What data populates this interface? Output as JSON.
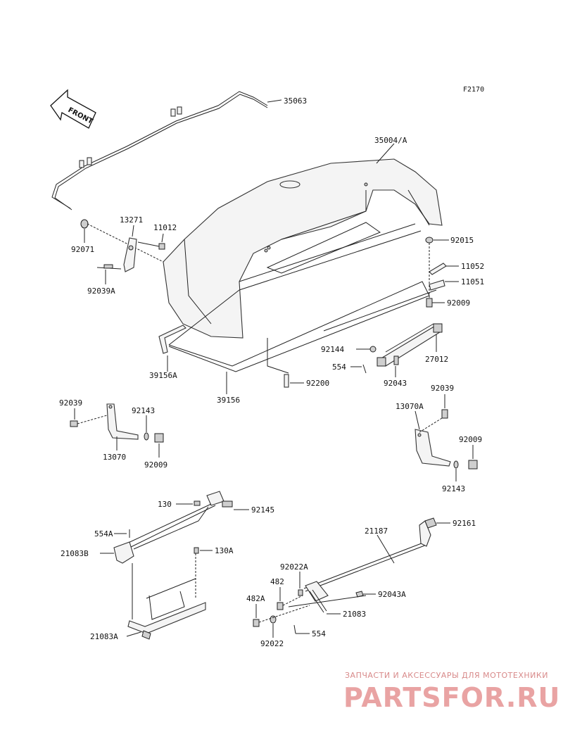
{
  "figure_id": "F2170",
  "front_label": "FRONT",
  "watermark": {
    "line1": "ЗАПЧАСТИ И АКСЕССУАРЫ ДЛЯ МОТОТЕХНИКИ",
    "line2": "PARTSFOR.RU"
  },
  "labels": {
    "p35063": "35063",
    "p35004A": "35004/A",
    "p92071": "92071",
    "p13271": "13271",
    "p11012": "11012",
    "p92039A": "92039A",
    "p92015": "92015",
    "p11052": "11052",
    "p11051": "11051",
    "p92009a": "92009",
    "p92144": "92144",
    "p27012": "27012",
    "p554": "554",
    "p92043": "92043",
    "p39156A": "39156A",
    "p39156": "39156",
    "p92200": "92200",
    "p92039": "92039",
    "p92143": "92143",
    "p13070": "13070",
    "p92009b": "92009",
    "p92039b": "92039",
    "p13070A": "13070A",
    "p92009c": "92009",
    "p92143b": "92143",
    "p130": "130",
    "p92145": "92145",
    "p554A": "554A",
    "p21083B": "21083B",
    "p130A": "130A",
    "p21083A": "21083A",
    "p21187": "21187",
    "p92161": "92161",
    "p92022A": "92022A",
    "p482": "482",
    "p92043A": "92043A",
    "p482A": "482A",
    "p21083": "21083",
    "p554b": "554",
    "p92022": "92022"
  }
}
